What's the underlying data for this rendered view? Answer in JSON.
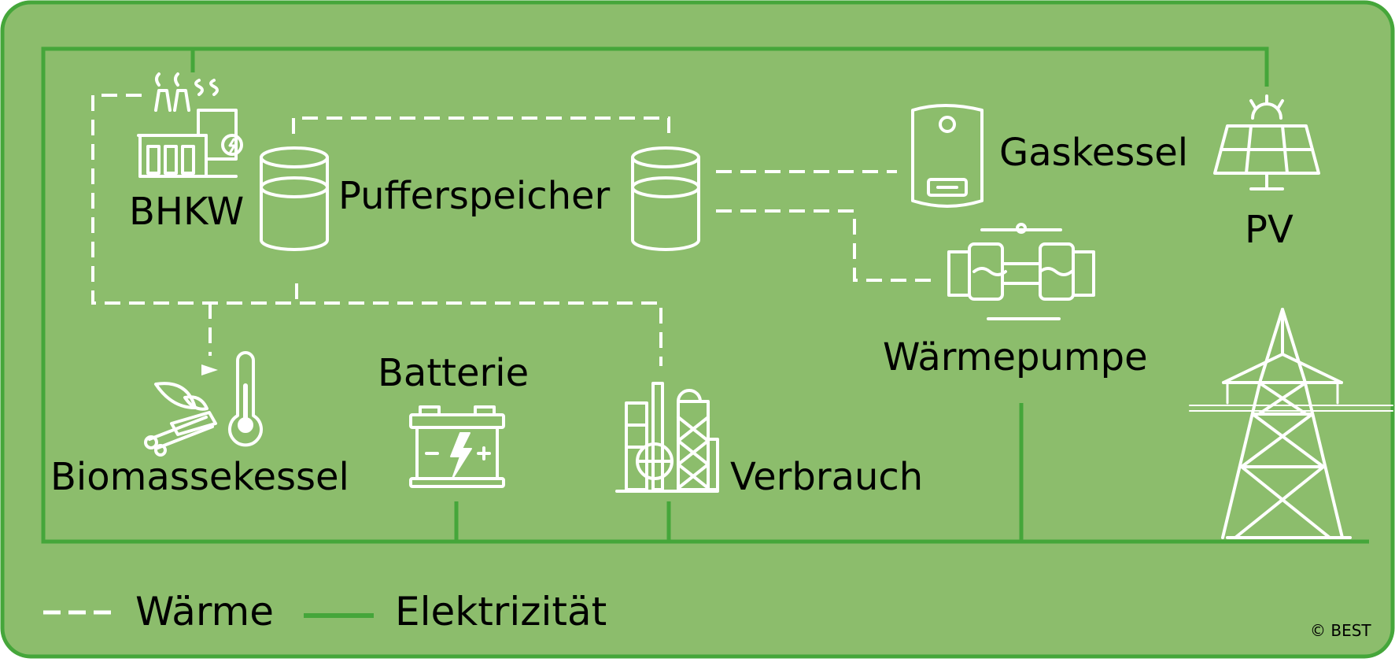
{
  "nodes": {
    "bhkw": "BHKW",
    "pufferspeicher": "Pufferspeicher",
    "gaskessel": "Gaskessel",
    "pv": "PV",
    "waermepumpe": "Wärmepumpe",
    "batterie": "Batterie",
    "biomassekessel": "Biomassekessel",
    "verbrauch": "Verbrauch"
  },
  "legend": {
    "heat": "Wärme",
    "electricity": "Elektrizität"
  },
  "copyright": "© BEST",
  "colors": {
    "background": "#8cbd6c",
    "border": "#45a63a",
    "electric_line": "#45a63a",
    "heat_line": "#ffffff",
    "icon": "#ffffff"
  },
  "icons": [
    "power-plant-icon",
    "storage-tank-icon",
    "gas-boiler-icon",
    "solar-panel-icon",
    "heat-pump-icon",
    "battery-icon",
    "biomass-icon",
    "thermometer-icon",
    "factory-icon",
    "power-pylon-icon"
  ]
}
